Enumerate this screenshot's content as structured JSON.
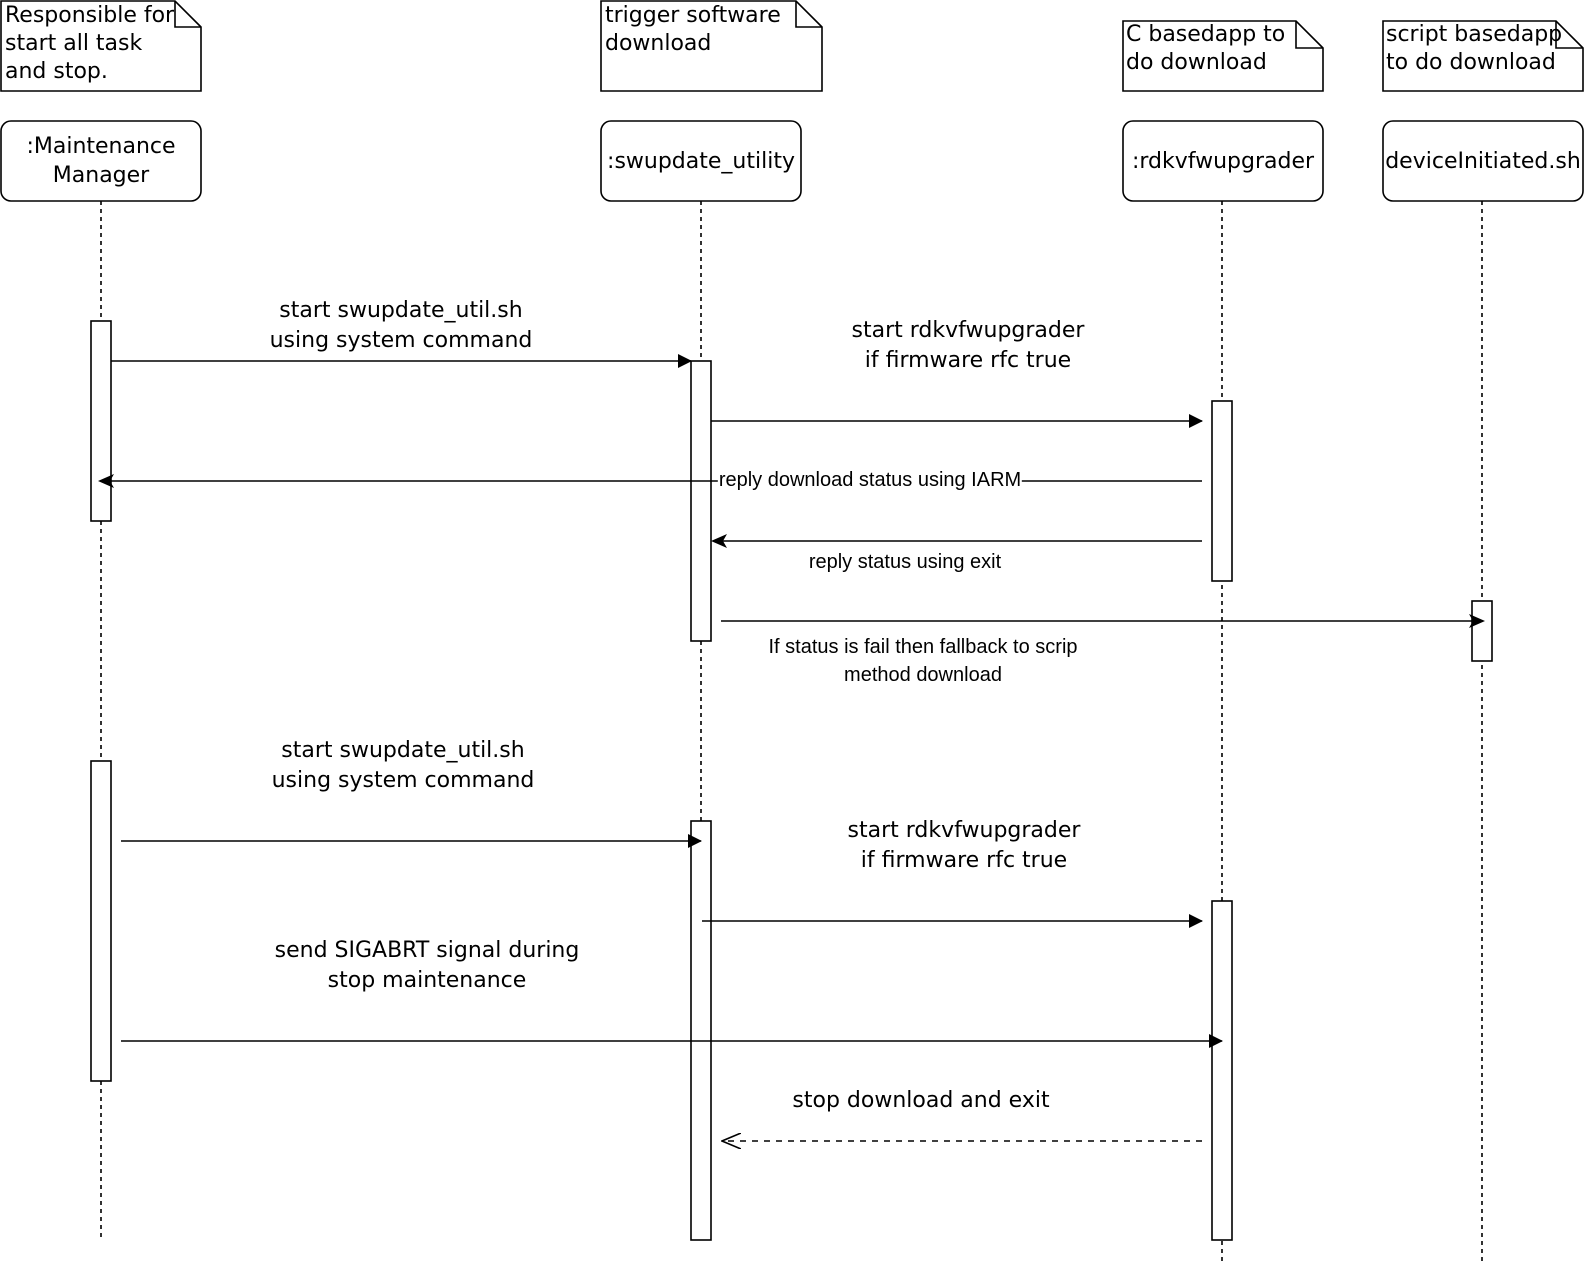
{
  "diagram": {
    "type": "sequence",
    "notes": [
      {
        "id": "note-maintenance",
        "text": "Responsible for\n start all task\nand stop."
      },
      {
        "id": "note-swupdate",
        "text": "trigger software\ndownload"
      },
      {
        "id": "note-rdkvfw",
        "text": "C basedapp to\ndo download"
      },
      {
        "id": "note-device",
        "text": "script basedapp\nto do download"
      }
    ],
    "participants": [
      {
        "id": "maintenance-manager",
        "label": ":Maintenance\nManager"
      },
      {
        "id": "swupdate-utility",
        "label": ":swupdate_utility"
      },
      {
        "id": "rdkvfwupgrader",
        "label": ":rdkvfwupgrader"
      },
      {
        "id": "device-initiated",
        "label": "deviceInitiated.sh"
      }
    ],
    "messages": [
      {
        "id": "msg-1",
        "from": "maintenance-manager",
        "to": "swupdate-utility",
        "label": "start swupdate_util.sh\nusing system command",
        "style": "sync"
      },
      {
        "id": "msg-2",
        "from": "swupdate-utility",
        "to": "rdkvfwupgrader",
        "label": "start rdkvfwupgrader\nif firmware rfc true",
        "style": "sync"
      },
      {
        "id": "msg-3",
        "from": "rdkvfwupgrader",
        "to": "maintenance-manager",
        "label": "reply download status using IARM",
        "style": "reply"
      },
      {
        "id": "msg-4",
        "from": "rdkvfwupgrader",
        "to": "swupdate-utility",
        "label": "reply status using exit",
        "style": "reply"
      },
      {
        "id": "msg-5",
        "from": "swupdate-utility",
        "to": "device-initiated",
        "label": "If status is fail then fallback to scrip\nmethod download",
        "style": "reply"
      },
      {
        "id": "msg-6",
        "from": "maintenance-manager",
        "to": "swupdate-utility",
        "label": "start swupdate_util.sh\nusing system command",
        "style": "sync"
      },
      {
        "id": "msg-7",
        "from": "swupdate-utility",
        "to": "rdkvfwupgrader",
        "label": "start rdkvfwupgrader\nif firmware rfc true",
        "style": "sync"
      },
      {
        "id": "msg-8",
        "from": "maintenance-manager",
        "to": "rdkvfwupgrader",
        "label": "send SIGABRT signal during\nstop maintenance",
        "style": "sync"
      },
      {
        "id": "msg-9",
        "from": "rdkvfwupgrader",
        "to": "swupdate-utility",
        "label": "stop download and exit",
        "style": "return-dashed"
      }
    ],
    "colors": {
      "stroke": "#000000",
      "fill": "#ffffff",
      "text": "#000000"
    }
  }
}
